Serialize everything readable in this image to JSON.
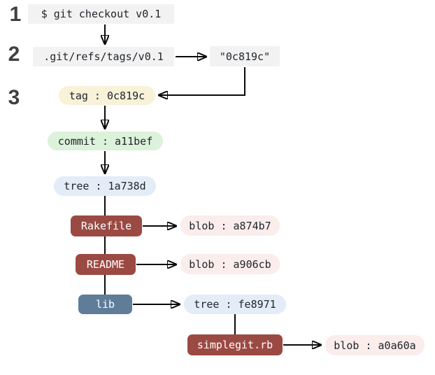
{
  "steps": [
    {
      "number": "1"
    },
    {
      "number": "2"
    },
    {
      "number": "3"
    }
  ],
  "nodes": {
    "command": "$ git checkout v0.1",
    "ref_path": ".git/refs/tags/v0.1",
    "ref_value": "\"0c819c\"",
    "tag": "tag : 0c819c",
    "commit": "commit : a11bef",
    "root_tree": "tree : 1a738d",
    "rakefile": "Rakefile",
    "blob_rakefile": "blob : a874b7",
    "readme": "README",
    "blob_readme": "blob : a906cb",
    "lib": "lib",
    "lib_tree": "tree : fe8971",
    "simplegit": "simplegit.rb",
    "blob_simplegit": "blob : a0a60a"
  },
  "edges": [
    {
      "from": "command",
      "to": "ref_path",
      "arrowhead": true
    },
    {
      "from": "ref_path",
      "to": "ref_value",
      "arrowhead": true
    },
    {
      "from": "ref_value",
      "to": "tag",
      "arrowhead": true
    },
    {
      "from": "tag",
      "to": "commit",
      "arrowhead": true
    },
    {
      "from": "commit",
      "to": "root_tree",
      "arrowhead": true
    },
    {
      "from": "root_tree",
      "to": "rakefile",
      "arrowhead": false
    },
    {
      "from": "root_tree",
      "to": "readme",
      "arrowhead": false
    },
    {
      "from": "root_tree",
      "to": "lib",
      "arrowhead": false
    },
    {
      "from": "rakefile",
      "to": "blob_rakefile",
      "arrowhead": true
    },
    {
      "from": "readme",
      "to": "blob_readme",
      "arrowhead": true
    },
    {
      "from": "lib",
      "to": "lib_tree",
      "arrowhead": true
    },
    {
      "from": "lib_tree",
      "to": "simplegit",
      "arrowhead": false
    },
    {
      "from": "simplegit",
      "to": "blob_simplegit",
      "arrowhead": true
    }
  ],
  "colors": {
    "page_bg": "#ffffff",
    "gray_box_bg": "#f2f2f2",
    "tag_bg": "#f7f2d8",
    "commit_bg": "#dcf2da",
    "tree_bg": "#e4ecf8",
    "blob_bg": "#faedec",
    "file_bg": "#9b4a43",
    "dir_bg": "#5f7d99",
    "file_text": "#ffffff",
    "text_dark": "#21262c",
    "step_color": "#3f4040",
    "arrow": "#0a0a0a"
  }
}
